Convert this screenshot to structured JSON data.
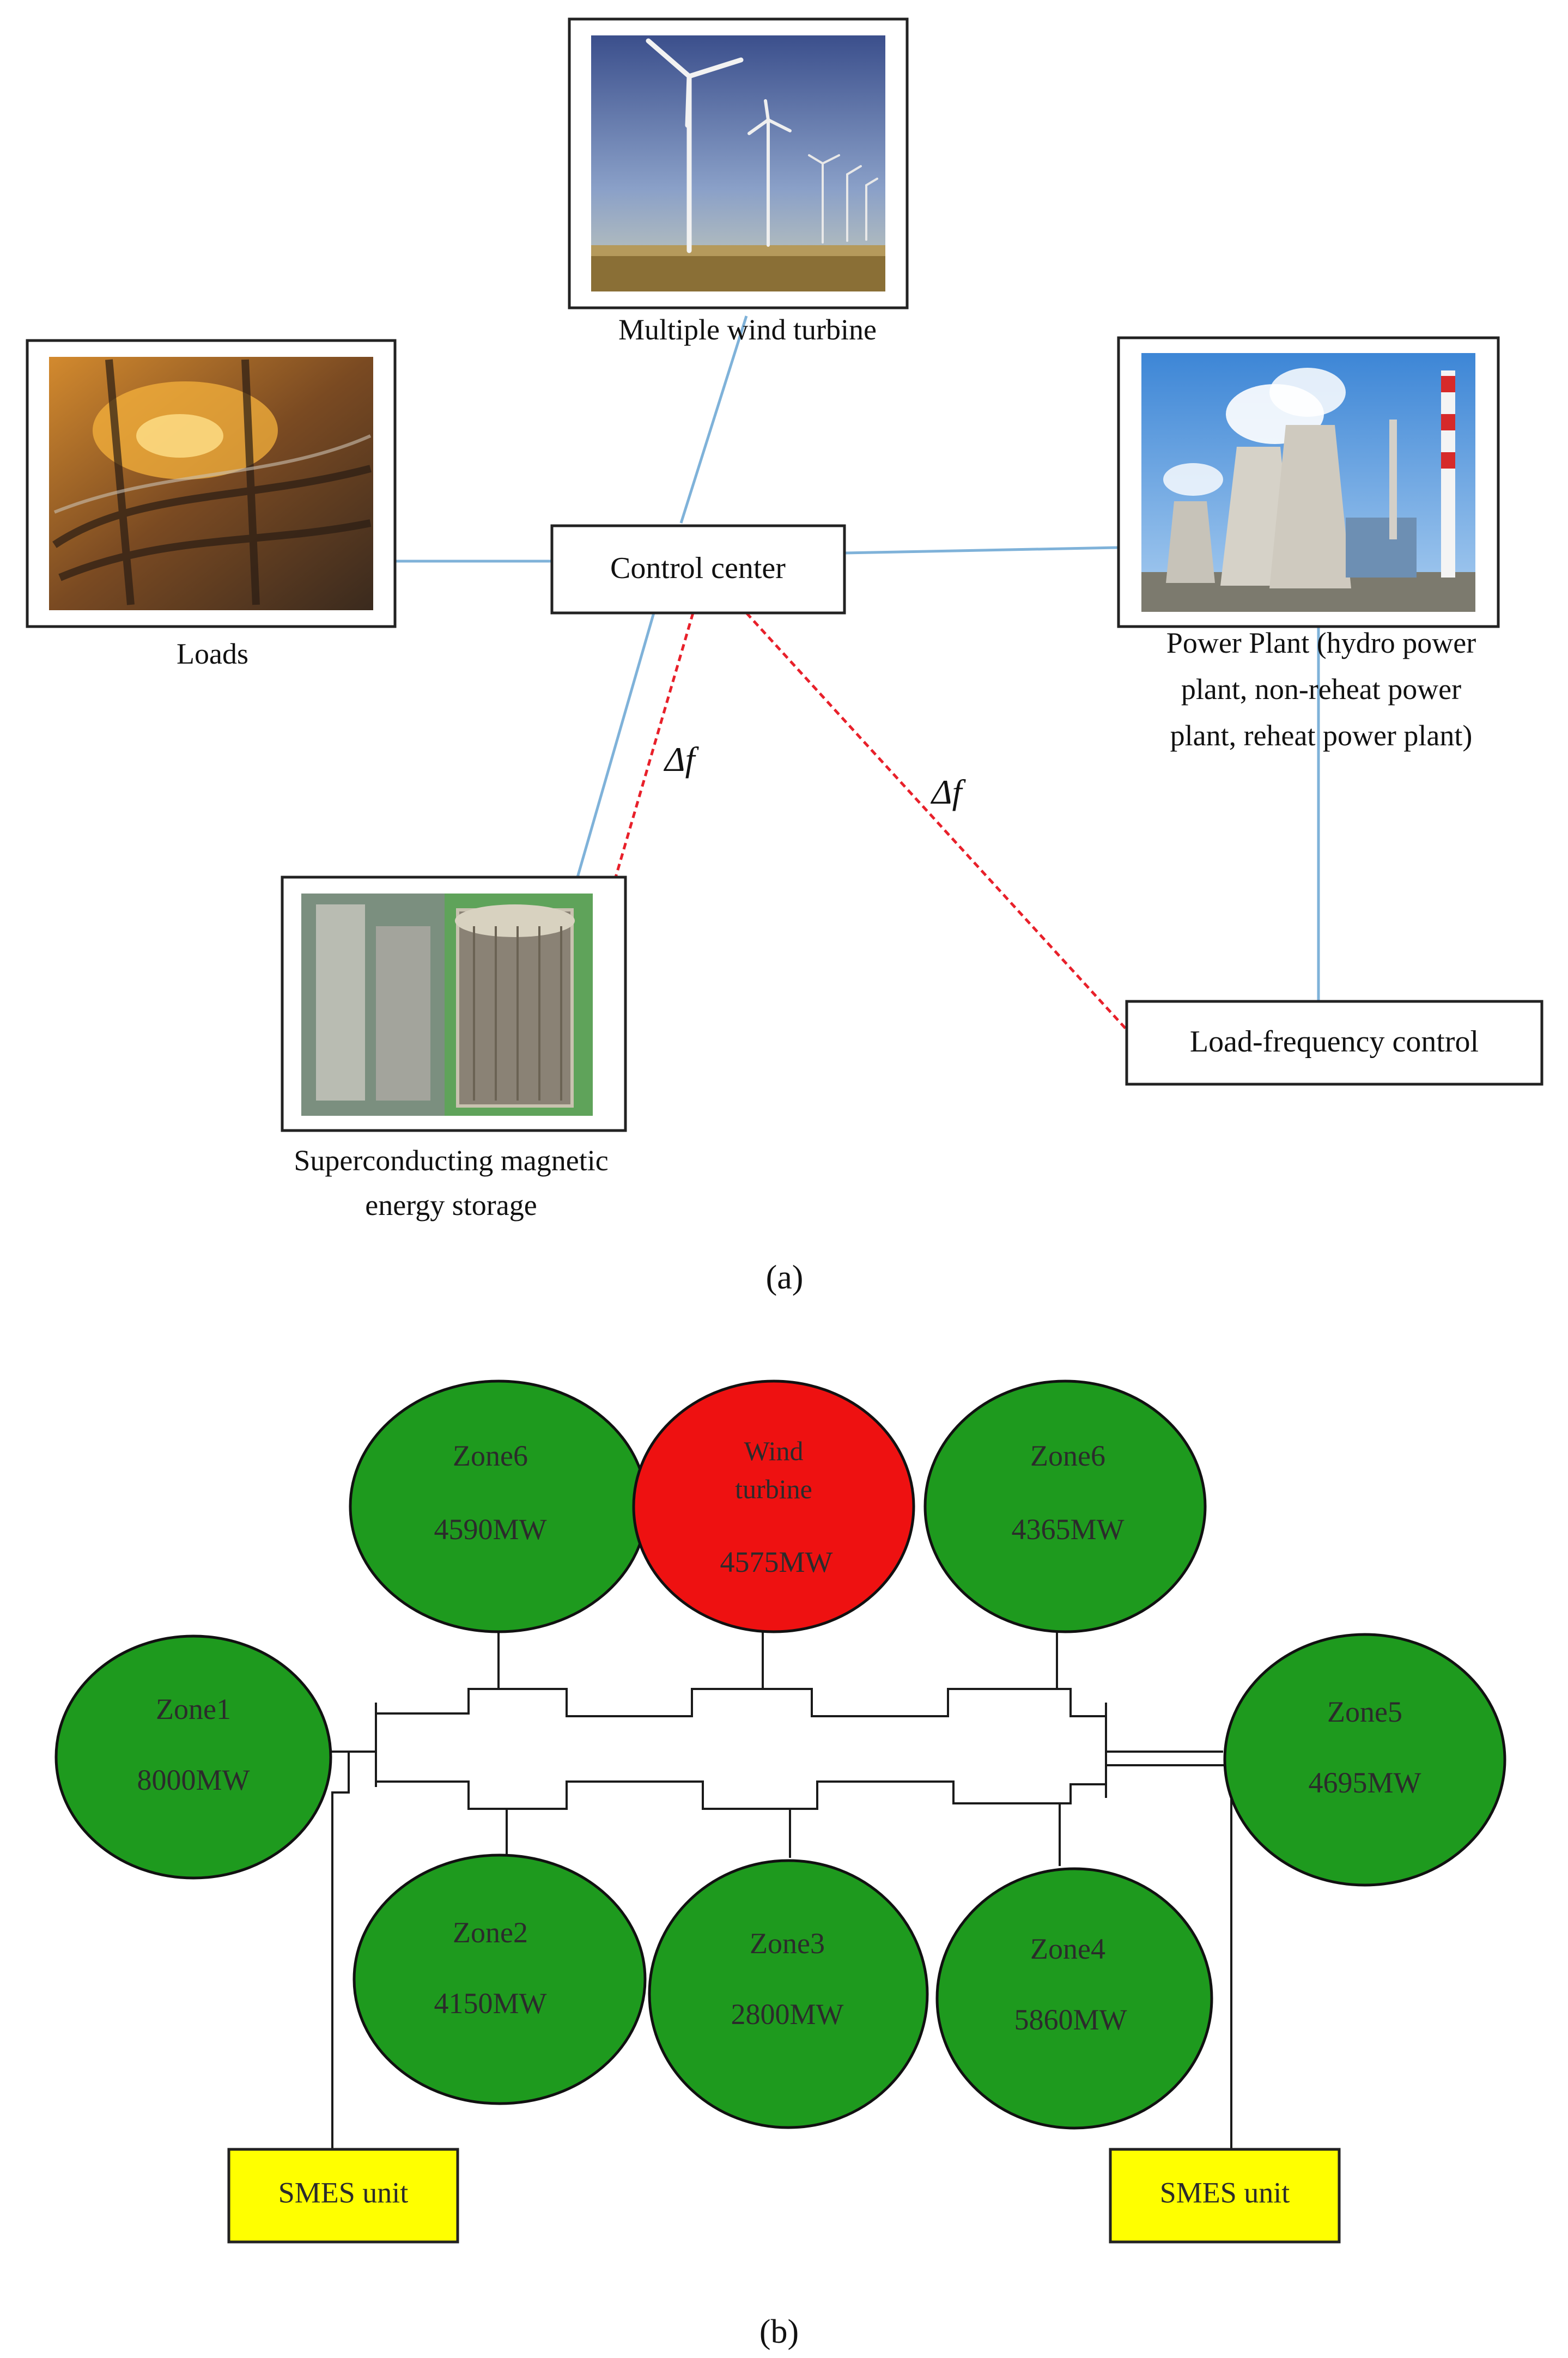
{
  "figure_a": {
    "nodes": {
      "wind": {
        "caption": "Multiple wind turbine"
      },
      "loads": {
        "caption": "Loads"
      },
      "control": {
        "label": "Control center"
      },
      "power_plant": {
        "caption_lines": [
          "Power Plant (hydro power",
          "plant, non-reheat power",
          "plant, reheat power plant)"
        ]
      },
      "smes": {
        "caption_lines": [
          "Superconducting magnetic",
          "energy storage"
        ]
      },
      "lfc": {
        "label": "Load-frequency control"
      }
    },
    "delta_labels": [
      "Δf",
      "Δf"
    ],
    "panel_label": "(a)"
  },
  "figure_b": {
    "zones": [
      {
        "id": "zone6-left",
        "name": "Zone6",
        "power": "4590MW",
        "color": "#1e9a1e"
      },
      {
        "id": "wind-turbine",
        "name_lines": [
          "Wind",
          "turbine"
        ],
        "power": "4575MW",
        "color": "#ee1111"
      },
      {
        "id": "zone6-right",
        "name": "Zone6",
        "power": "4365MW",
        "color": "#1e9a1e"
      },
      {
        "id": "zone1",
        "name": "Zone1",
        "power": "8000MW",
        "color": "#1e9a1e"
      },
      {
        "id": "zone5",
        "name": "Zone5",
        "power": "4695MW",
        "color": "#1e9a1e"
      },
      {
        "id": "zone2",
        "name": "Zone2",
        "power": "4150MW",
        "color": "#1e9a1e"
      },
      {
        "id": "zone3",
        "name": "Zone3",
        "power": "2800MW",
        "color": "#1e9a1e"
      },
      {
        "id": "zone4",
        "name": "Zone4",
        "power": "5860MW",
        "color": "#1e9a1e"
      }
    ],
    "smes_units": [
      "SMES unit",
      "SMES unit"
    ],
    "smes_color": "#ffff00",
    "panel_label": "(b)"
  },
  "colors": {
    "connection_line": "#7fb2d9",
    "delta_line": "#e8202a"
  }
}
